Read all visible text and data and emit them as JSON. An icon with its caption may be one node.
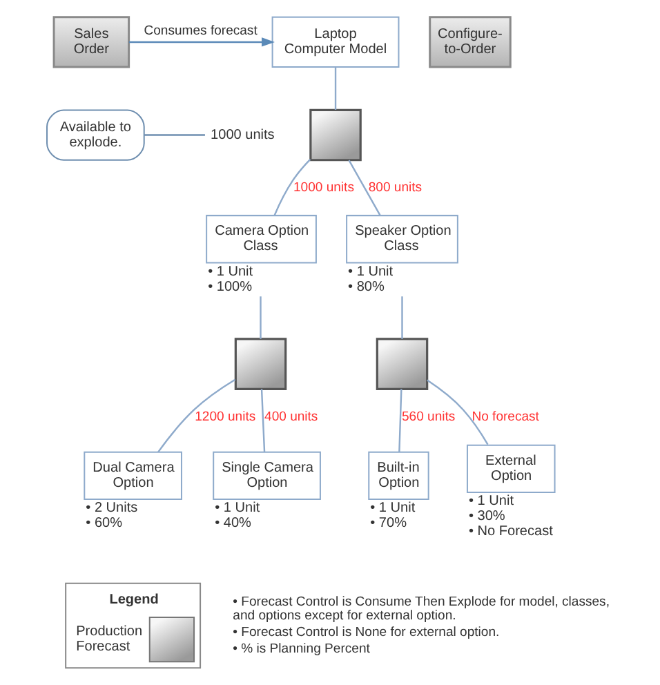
{
  "diagram": {
    "nodes": [
      {
        "text": [
          "Sales Order"
        ]
      },
      {
        "text": [
          "Laptop Computer Model"
        ]
      },
      {
        "text": [
          "Available to explode."
        ]
      },
      {
        "text": [
          "1000 units"
        ]
      },
      {
        "text": [
          "Configure-to-Order"
        ]
      },
      {
        "text": [],
        "shape": "picture"
      },
      {
        "text": [
          "Camera Option Class"
        ],
        "beside": [
          "• 1 Unit",
          "• 100%"
        ]
      },
      {
        "text": [
          "Speaker Option Class"
        ],
        "beside": [
          "• 1 Unit",
          "• 80%"
        ]
      },
      {
        "text": [],
        "shape": "picture"
      },
      {
        "text": [],
        "shape": "picture"
      },
      {
        "text": [
          "Dual Camera Option"
        ],
        "beside": [
          "• 2 Units",
          "• 60%"
        ]
      },
      {
        "text": [
          "Single Camera Option"
        ],
        "beside": [
          "• 1 Unit",
          "• 40%"
        ]
      },
      {
        "text": [
          "Built-in Option"
        ],
        "beside": [
          "• 1 Unit",
          "• 70%"
        ]
      },
      {
        "text": [
          "External Option"
        ],
        "beside": [
          "• 1 Unit",
          "• 30%",
          "• No Forecast"
        ]
      }
    ],
    "edges": [
      {
        "from": 0,
        "to": 1,
        "arrow": "to",
        "label": "Consumes forecast"
      },
      {
        "from": 2,
        "to": 3,
        "arrow": "none"
      },
      {
        "from": 1,
        "to": 5,
        "arrow": "none"
      },
      {
        "from": 5,
        "to": 6,
        "arrow": "none",
        "label": "1000 units"
      },
      {
        "from": 5,
        "to": 7,
        "arrow": "none",
        "label": "800 units"
      },
      {
        "from": 6,
        "to": 8,
        "arrow": "none"
      },
      {
        "from": 7,
        "to": 9,
        "arrow": "none"
      },
      {
        "from": 8,
        "to": 10,
        "arrow": "none",
        "label": "1200 units"
      },
      {
        "from": 8,
        "to": 11,
        "arrow": "none",
        "label": "400 units"
      },
      {
        "from": 9,
        "to": 12,
        "arrow": "none",
        "label": "560 units"
      },
      {
        "from": 9,
        "to": 13,
        "arrow": "none",
        "label": "No forecast"
      }
    ],
    "labels": [
      "Legend",
      "• Forecast Control is Consume Then Explode for model, classes, and options except for external option.",
      "• Forecast Control is None for external option.",
      "• % is Planning Percent"
    ],
    "legend": [
      {
        "text": "Production Forecast"
      }
    ]
  }
}
